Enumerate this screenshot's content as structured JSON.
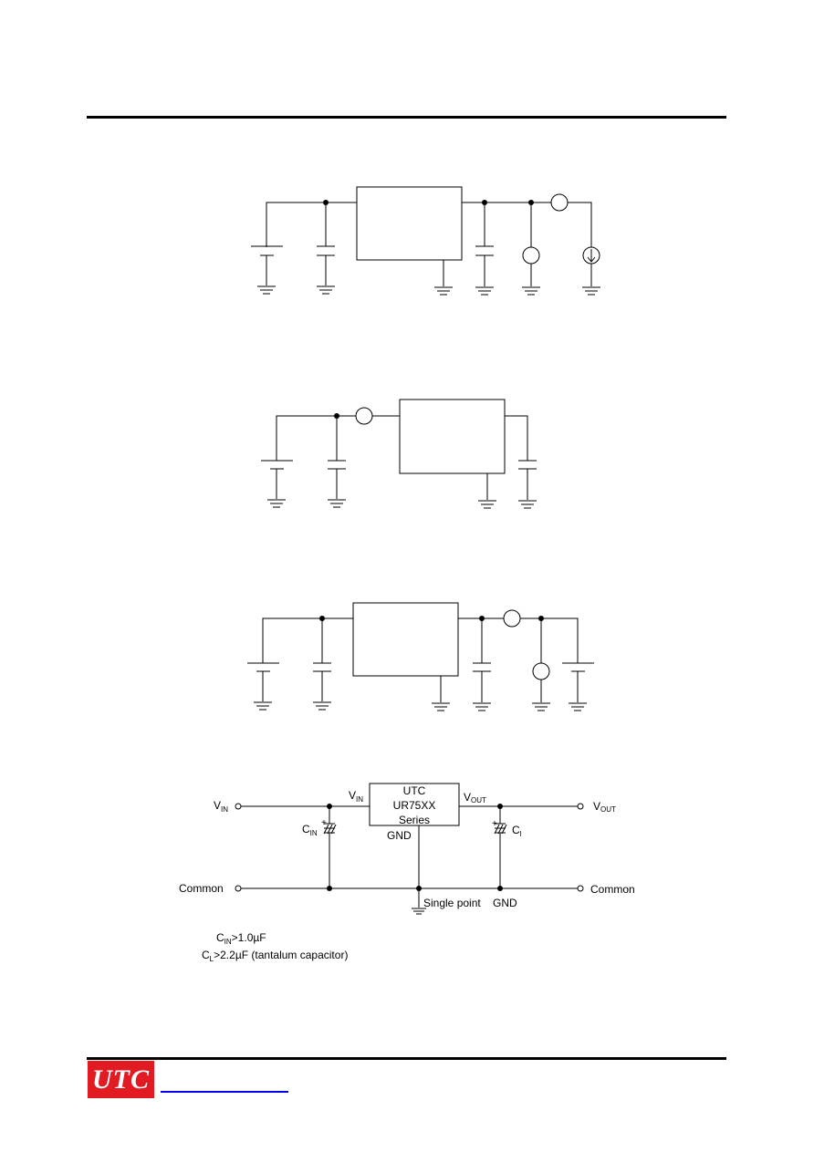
{
  "colors": {
    "logo_bg": "#e21b23",
    "logo_text": "#ffffff",
    "link": "#0000ee",
    "ink": "#000000"
  },
  "app_circuit": {
    "ic": [
      "UTC",
      "UR75XX",
      "Series"
    ],
    "pin_vin": {
      "main": "V",
      "sub": "IN"
    },
    "pin_vout": {
      "main": "V",
      "sub": "OUT"
    },
    "pin_gnd": "GND",
    "terminal_vin": {
      "main": "V",
      "sub": "IN"
    },
    "terminal_vout": {
      "main": "V",
      "sub": "OUT"
    },
    "common_left": "Common",
    "common_right": "Common",
    "cap_in": {
      "main": "C",
      "sub": "IN"
    },
    "cap_l": {
      "main": "C",
      "sub": "l"
    },
    "ground_label_1": "Single point",
    "ground_label_2": "GND",
    "plus": "+",
    "note_1": {
      "main": "C",
      "sub": "IN",
      "rest": ">1.0µF"
    },
    "note_2": {
      "main": "C",
      "sub": "L",
      "rest": ">2.2µF (tantalum capacitor)"
    }
  },
  "logo": {
    "text": "UTC"
  }
}
